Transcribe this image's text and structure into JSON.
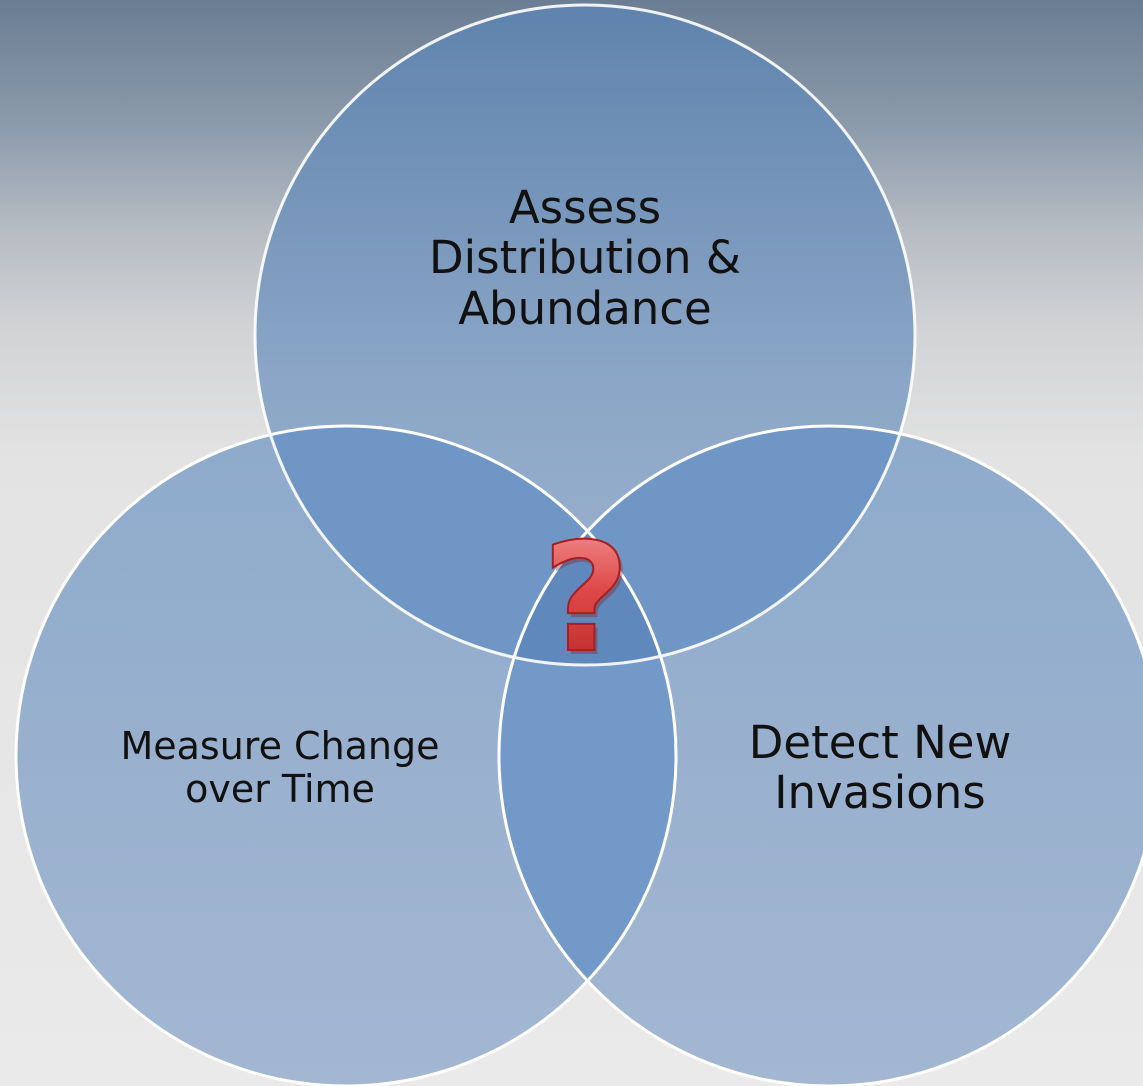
{
  "diagram": {
    "type": "venn",
    "circles": [
      {
        "id": "top",
        "lines": [
          "Assess",
          "Distribution &",
          "Abundance"
        ]
      },
      {
        "id": "left",
        "lines": [
          "Measure Change",
          "over Time"
        ]
      },
      {
        "id": "right",
        "lines": [
          "Detect New",
          "Invasions"
        ]
      }
    ],
    "center_symbol": "?",
    "colors": {
      "circle_fill": "#a3b7d2",
      "overlap_fill": "#6f96c5",
      "circle_stroke": "#ffffff",
      "question_mark": "#d63a3a"
    }
  }
}
